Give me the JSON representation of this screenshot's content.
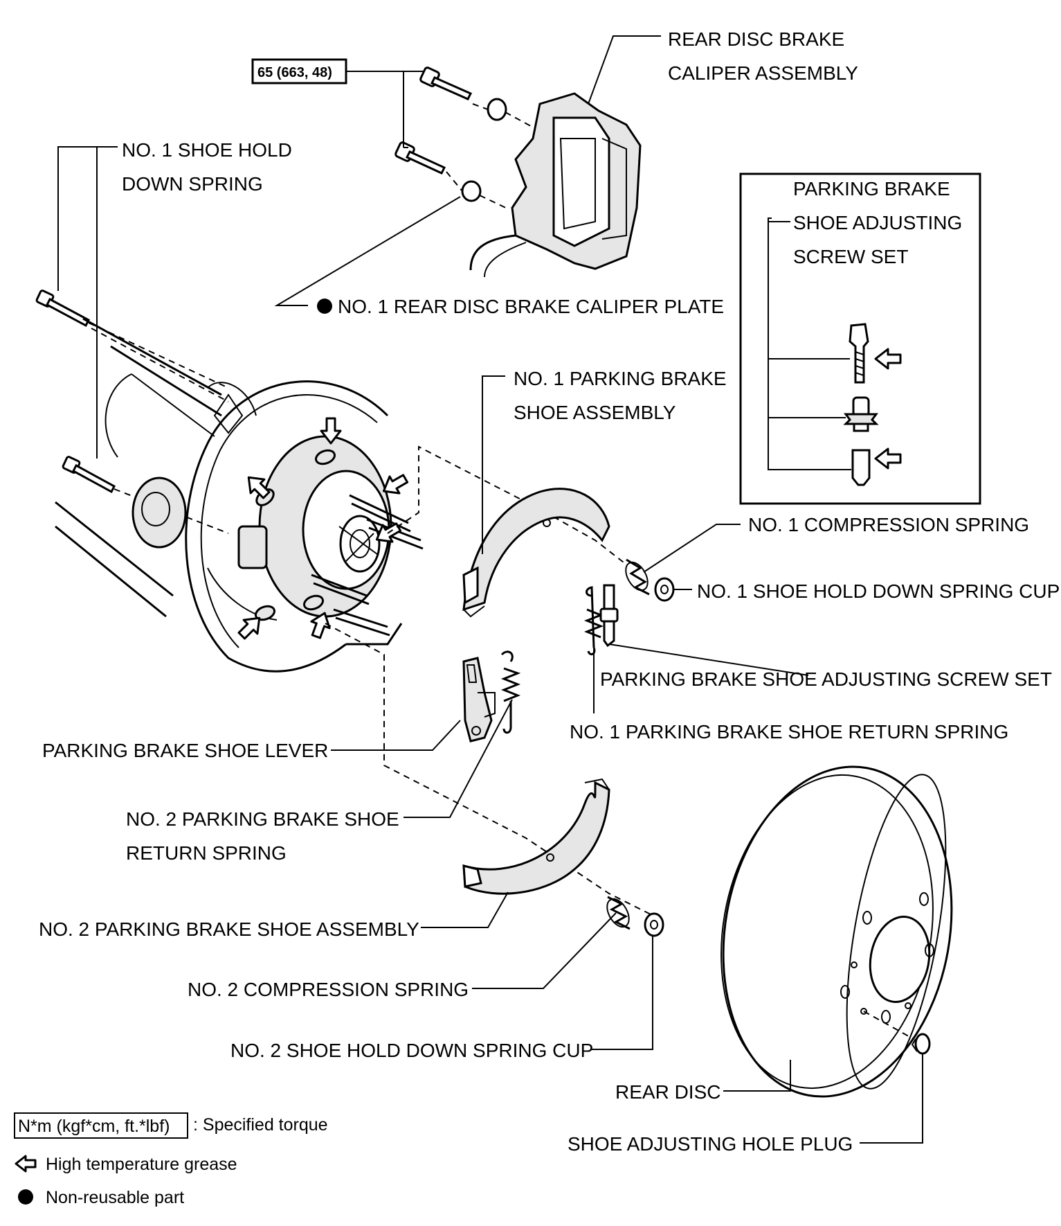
{
  "torque_spec": "65 (663, 48)",
  "labels": {
    "caliper_line1": "REAR DISC BRAKE",
    "caliper_line2": "CALIPER ASSEMBLY",
    "hold_down_spring_line1": "NO. 1 SHOE HOLD",
    "hold_down_spring_line2": "DOWN SPRING",
    "caliper_plate": "NO. 1 REAR DISC BRAKE CALIPER PLATE",
    "inset_line1": "PARKING BRAKE",
    "inset_line2": "SHOE ADJUSTING",
    "inset_line3": "SCREW SET",
    "no1_shoe_line1": "NO. 1 PARKING BRAKE",
    "no1_shoe_line2": "SHOE ASSEMBLY",
    "no1_compression_spring": "NO. 1 COMPRESSION SPRING",
    "no1_spring_cup": "NO. 1 SHOE HOLD DOWN SPRING CUP",
    "adjusting_screw_set": "PARKING BRAKE SHOE ADJUSTING SCREW SET",
    "no1_return_spring": "NO. 1 PARKING BRAKE SHOE RETURN SPRING",
    "shoe_lever": "PARKING BRAKE SHOE LEVER",
    "no2_return_spring_line1": "NO. 2 PARKING BRAKE SHOE",
    "no2_return_spring_line2": "RETURN SPRING",
    "no2_shoe": "NO. 2 PARKING BRAKE SHOE ASSEMBLY",
    "no2_compression_spring": "NO. 2 COMPRESSION SPRING",
    "no2_spring_cup": "NO. 2 SHOE HOLD DOWN SPRING CUP",
    "rear_disc": "REAR DISC",
    "hole_plug": "SHOE ADJUSTING HOLE PLUG"
  },
  "legend": {
    "torque_box": "N*m (kgf*cm, ft.*lbf)",
    "torque_text": ": Specified torque",
    "grease_text": "High temperature grease",
    "nonreusable_text": "Non-reusable part"
  },
  "icons": {
    "grease": "hollow-arrow-icon",
    "non_reusable": "filled-dot-icon"
  }
}
